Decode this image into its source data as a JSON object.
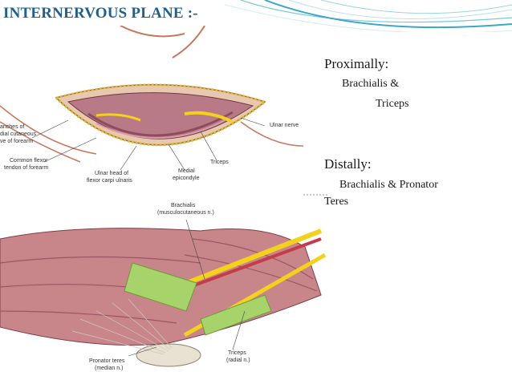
{
  "slide": {
    "title": "INTERNERVOUS PLANE :-"
  },
  "figure_top": {
    "labels": {
      "branches_1": "anches of",
      "branches_2": "dial cutaneous",
      "branches_3": "ve of forearm",
      "common_flexor_1": "Common flexor",
      "common_flexor_2": "tendon of forearm",
      "ulnar_head_1": "Ulnar head of",
      "ulnar_head_2": "flexor carpi ulnaris",
      "medial_epi_1": "Medial",
      "medial_epi_2": "epicondyle",
      "triceps": "Triceps",
      "ulnar_nerve": "Ulnar nerve"
    }
  },
  "figure_bottom": {
    "labels": {
      "brachialis_1": "Brachialis",
      "brachialis_2": "(musculocutaneous n.)",
      "pronator_1": "Pronator teres",
      "pronator_2": "(median n.)",
      "triceps_1": "Triceps",
      "triceps_2": "(radial n.)"
    }
  },
  "content": {
    "proximally_heading": "Proximally:",
    "proximally_line1": "Brachialis  &",
    "proximally_line2": "Triceps",
    "distally_heading": "Distally:",
    "distally_line1": "Brachialis & Pronator",
    "distally_line2": "Teres"
  },
  "colors": {
    "title": "#1f5f8f",
    "accent_curve": "#3aa6c9",
    "muscle": "#c9868a",
    "nerve": "#f2d21b",
    "plane_marker": "#a6d36a"
  }
}
